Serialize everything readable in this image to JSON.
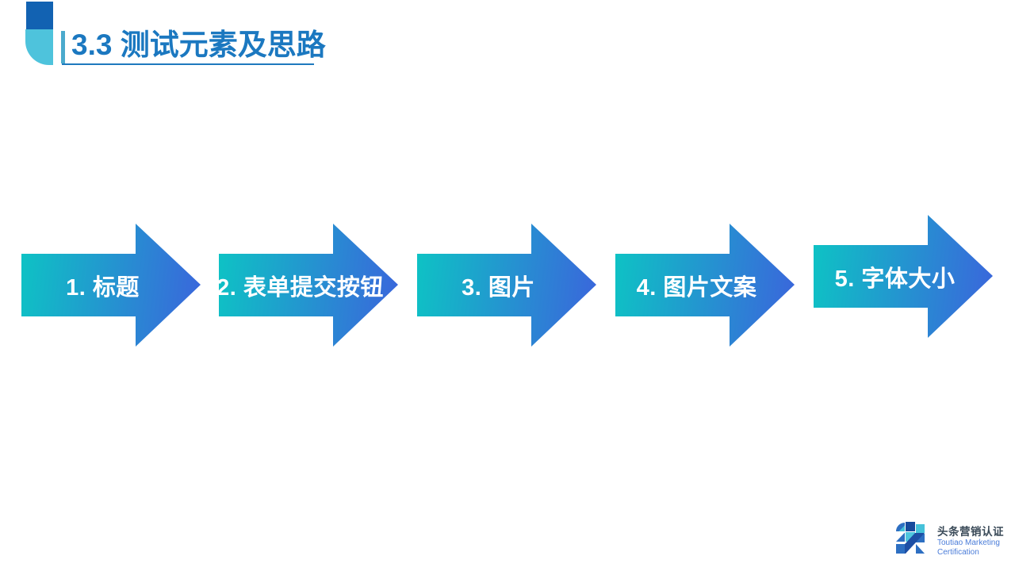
{
  "slide": {
    "title": "3.3 测试元素及思路",
    "steps": [
      {
        "label": "1. 标题"
      },
      {
        "label": "2. 表单提交按钮"
      },
      {
        "label": "3. 图片"
      },
      {
        "label": "4. 图片文案"
      },
      {
        "label": "5. 字体大小"
      }
    ],
    "logo": {
      "icon": "toutiao-logo-icon",
      "name_cn": "头条营销认证",
      "name_en_line1": "Toutiao Marketing",
      "name_en_line2": "Certification"
    },
    "colors": {
      "title_text": "#1B78C0",
      "title_accent_bar": "#4BAACD",
      "title_underline": "#1E79BE",
      "ornament_dark_blue": "#1262B2",
      "ornament_teal": "#4EC3DC",
      "arrow_gradient_start": "#0DC4C4",
      "arrow_gradient_end": "#3B64DC",
      "arrow_text": "#FFFFFF",
      "logo_cn_text": "#3A4A58",
      "logo_en_text": "#4A7CD9"
    }
  }
}
